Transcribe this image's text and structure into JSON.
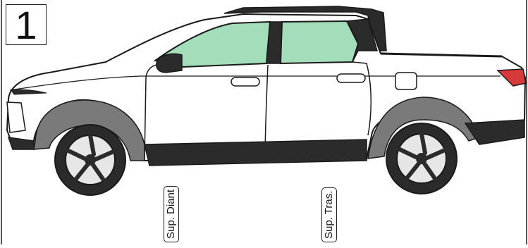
{
  "step_number": "1",
  "labels": {
    "front_door": "Sup. Diant",
    "rear_door": "Sup. Tras."
  },
  "colors": {
    "glass": "#a3ddb9",
    "body": "#ffffff",
    "cladding": "#2b2b2b",
    "arch_gray": "#7a7a7a",
    "tail_light": "#d63a3a",
    "outline": "#1a1a1a"
  },
  "icons": {
    "vehicle": "pickup-truck-side-view-icon"
  }
}
